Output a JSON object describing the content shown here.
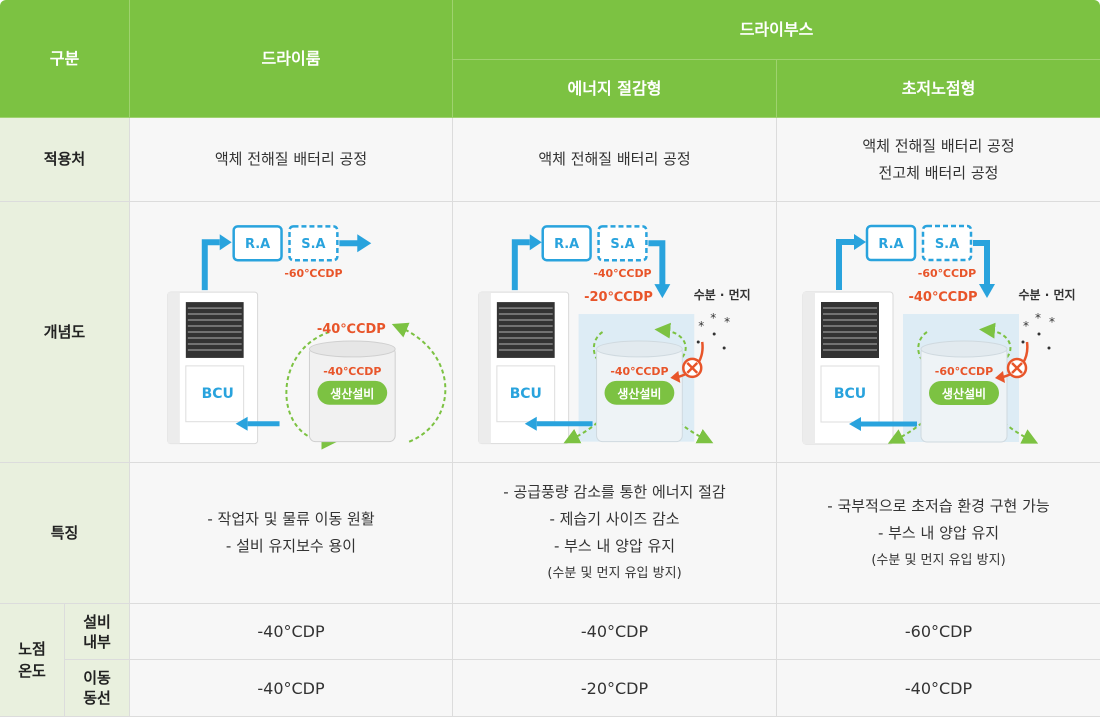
{
  "header": {
    "category": "구분",
    "dry_room": "드라이룸",
    "dry_booth": "드라이부스",
    "energy_saving": "에너지 절감형",
    "ultra_low_dew": "초저노점형"
  },
  "rows": {
    "application": {
      "label": "적용처",
      "dry_room": [
        "액체 전해질 배터리 공정"
      ],
      "energy_saving": [
        "액체 전해질 배터리 공정"
      ],
      "ultra_low_dew": [
        "액체 전해질 배터리 공정",
        "전고체 배터리 공정"
      ]
    },
    "concept": {
      "label": "개념도",
      "dry_room": {
        "ra": "R.A",
        "sa": "S.A",
        "sa_cdp": "-60℃CDP",
        "room_cdp": "-40℃CDP",
        "inner_cdp": "-40℃CDP",
        "bcu": "BCU",
        "equipment": "생산설비"
      },
      "energy_saving": {
        "ra": "R.A",
        "sa": "S.A",
        "sa_cdp": "-40℃CDP",
        "flow_cdp": "-20℃CDP",
        "inner_cdp": "-40℃CDP",
        "bcu": "BCU",
        "equipment": "생산설비",
        "contaminant": "수분 · 먼지"
      },
      "ultra_low_dew": {
        "ra": "R.A",
        "sa": "S.A",
        "sa_cdp": "-60℃CDP",
        "flow_cdp": "-40℃CDP",
        "inner_cdp": "-60℃CDP",
        "bcu": "BCU",
        "equipment": "생산설비",
        "contaminant": "수분 · 먼지"
      }
    },
    "features": {
      "label": "특징",
      "dry_room": [
        "- 작업자 및 물류 이동 원활",
        "- 설비 유지보수 용이"
      ],
      "energy_saving": [
        "- 공급풍량 감소를 통한 에너지 절감",
        "- 제습기 사이즈 감소",
        "- 부스 내 양압 유지"
      ],
      "energy_saving_note": "(수분 및 먼지 유입 방지)",
      "ultra_low_dew": [
        "- 국부적으로 초저습 환경 구현 가능",
        "- 부스 내 양압 유지"
      ],
      "ultra_low_dew_note": "(수분 및 먼지 유입 방지)"
    },
    "dew_point": {
      "label_line1": "노점",
      "label_line2": "온도",
      "inside": {
        "label_line1": "설비",
        "label_line2": "내부",
        "dry_room": "-40°CDP",
        "energy_saving": "-40°CDP",
        "ultra_low_dew": "-60°CDP"
      },
      "path": {
        "label_line1": "이동",
        "label_line2": "동선",
        "dry_room": "-40°CDP",
        "energy_saving": "-20°CDP",
        "ultra_low_dew": "-40°CDP"
      }
    }
  },
  "colors": {
    "header_green": "#7cc242",
    "label_bg": "#e9f0de",
    "body_bg": "#f7f7f7",
    "accent_blue": "#29a3dd",
    "accent_orange": "#e8552a",
    "dashed_green": "#7cc242"
  }
}
